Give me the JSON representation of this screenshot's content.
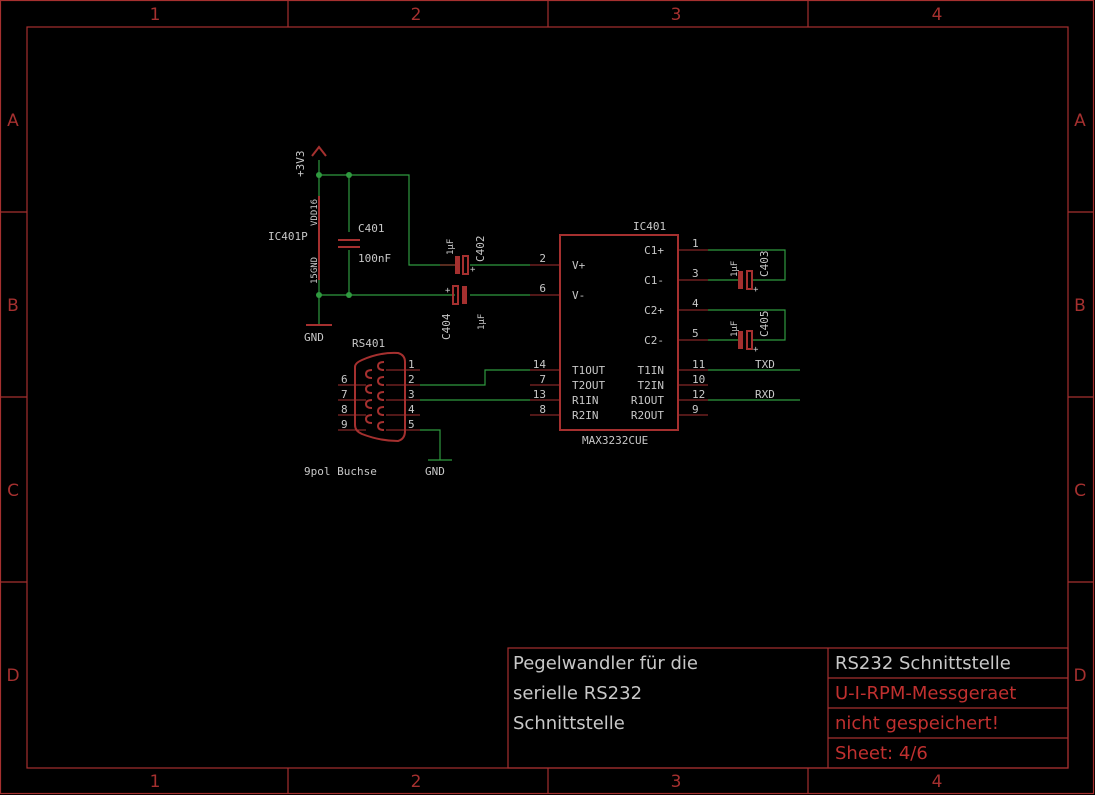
{
  "frame": {
    "columns": [
      "1",
      "2",
      "3",
      "4"
    ],
    "rows": [
      "A",
      "B",
      "C",
      "D"
    ]
  },
  "title_block": {
    "description": [
      "Pegelwandler für die",
      "serielle RS232",
      "Schnittstelle"
    ],
    "sheet_title": "RS232 Schnittstelle",
    "project": "U-I-RPM-Messgeraet",
    "file_state": "nicht gespeichert!",
    "sheet": "Sheet: 4/6"
  },
  "power": {
    "supply_label": "+3V3",
    "gnd_label": "GND",
    "gnd2_label": "GND",
    "pwr_part": "IC401P",
    "vdd_pin": "VDD16",
    "gnd_pin": "15GND"
  },
  "c401": {
    "name": "C401",
    "value": "100nF"
  },
  "c402": {
    "name": "C402",
    "value": "1µF"
  },
  "c403": {
    "name": "C403",
    "value": "1µF"
  },
  "c404": {
    "name": "C404",
    "value": "1µF"
  },
  "c405": {
    "name": "C405",
    "value": "1µF"
  },
  "ic": {
    "name": "IC401",
    "part": "MAX3232CUE",
    "left_pins": [
      {
        "num": "2",
        "label": "V+"
      },
      {
        "num": "6",
        "label": "V-"
      },
      {
        "num": "14",
        "label": "T1OUT"
      },
      {
        "num": "7",
        "label": "T2OUT"
      },
      {
        "num": "13",
        "label": "R1IN"
      },
      {
        "num": "8",
        "label": "R2IN"
      }
    ],
    "right_pins": [
      {
        "num": "1",
        "label": "C1+"
      },
      {
        "num": "3",
        "label": "C1-"
      },
      {
        "num": "4",
        "label": "C2+"
      },
      {
        "num": "5",
        "label": "C2-"
      },
      {
        "num": "11",
        "label": "T1IN"
      },
      {
        "num": "10",
        "label": "T2IN"
      },
      {
        "num": "12",
        "label": "R1OUT"
      },
      {
        "num": "9",
        "label": "R2OUT"
      }
    ]
  },
  "connector": {
    "name": "RS401",
    "label": "9pol Buchse",
    "right_pins": [
      "1",
      "2",
      "3",
      "4",
      "5"
    ],
    "left_pins": [
      "6",
      "7",
      "8",
      "9"
    ]
  },
  "nets": {
    "txd": "TXD",
    "rxd": "RXD"
  },
  "colors": {
    "frame": "#a5302f",
    "wire": "#2f9a3f",
    "text": "#c8c8c8",
    "background": "#000000"
  }
}
